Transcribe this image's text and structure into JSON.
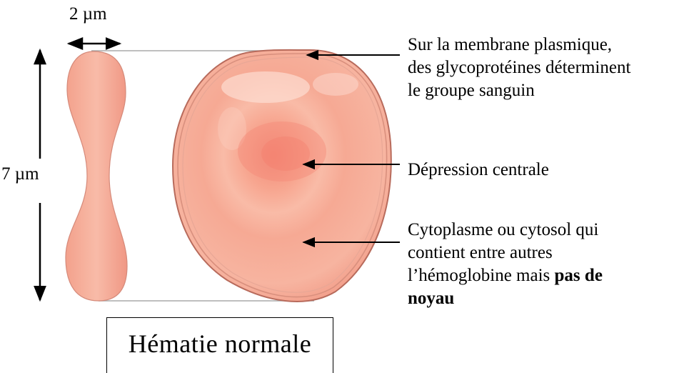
{
  "dimensions": {
    "width_label": "2 µm",
    "height_label": "7 µm"
  },
  "labels": {
    "membrane": [
      "Sur la membrane plasmique,",
      "des glycoprotéines déterminent",
      "le groupe sanguin"
    ],
    "depression": "Dépression centrale",
    "cytoplasm": {
      "line1": "Cytoplasme ou cytosol qui",
      "line2": "contient entre autres",
      "line3_normal": "l’hémoglobine mais ",
      "line3_bold": "pas de",
      "line4_bold": "noyau"
    }
  },
  "caption": "Hématie normale",
  "colors": {
    "cell_fill": "#f7b09c",
    "cell_center": "#f58e7e",
    "membrane": "#c97a6c",
    "arrow": "#000000"
  }
}
